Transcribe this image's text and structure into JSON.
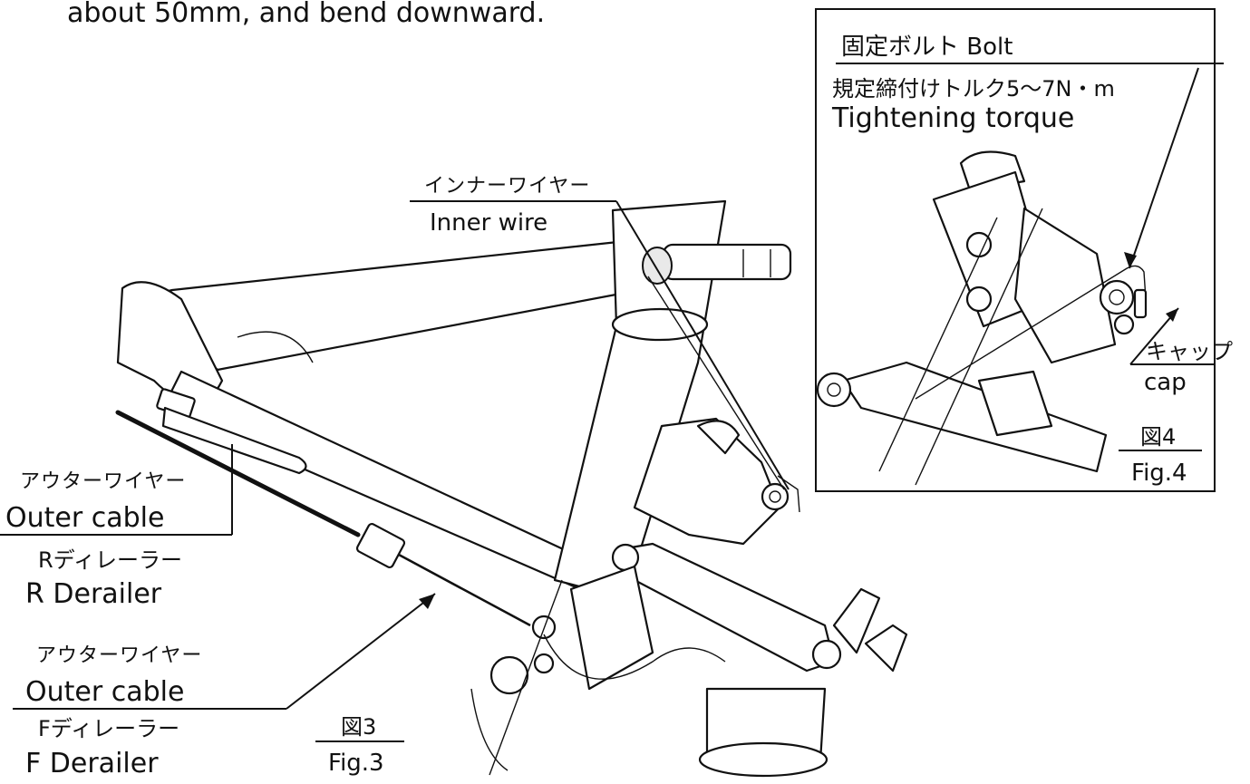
{
  "top_note": "about 50mm, and bend downward.",
  "fig3": {
    "inner_wire_jp": "インナーワイヤー",
    "inner_wire_en": "Inner wire",
    "outer_r_jp": "アウターワイヤー",
    "outer_r_en": "Outer cable",
    "r_derailer_jp": "Rディレーラー",
    "r_derailer_en": "R Derailer",
    "outer_f_jp": "アウターワイヤー",
    "outer_f_en": "Outer cable",
    "f_derailer_jp": "Fディレーラー",
    "f_derailer_en": "F Derailer",
    "fig_jp": "図3",
    "fig_en": "Fig.3"
  },
  "fig4": {
    "bolt_label": "固定ボルト Bolt",
    "torque_jp": "規定締付けトルク5～7N・m",
    "torque_en": "Tightening torque",
    "cap_jp": "キャップ",
    "cap_en": "cap",
    "fig_jp": "図4",
    "fig_en": "Fig.4"
  }
}
